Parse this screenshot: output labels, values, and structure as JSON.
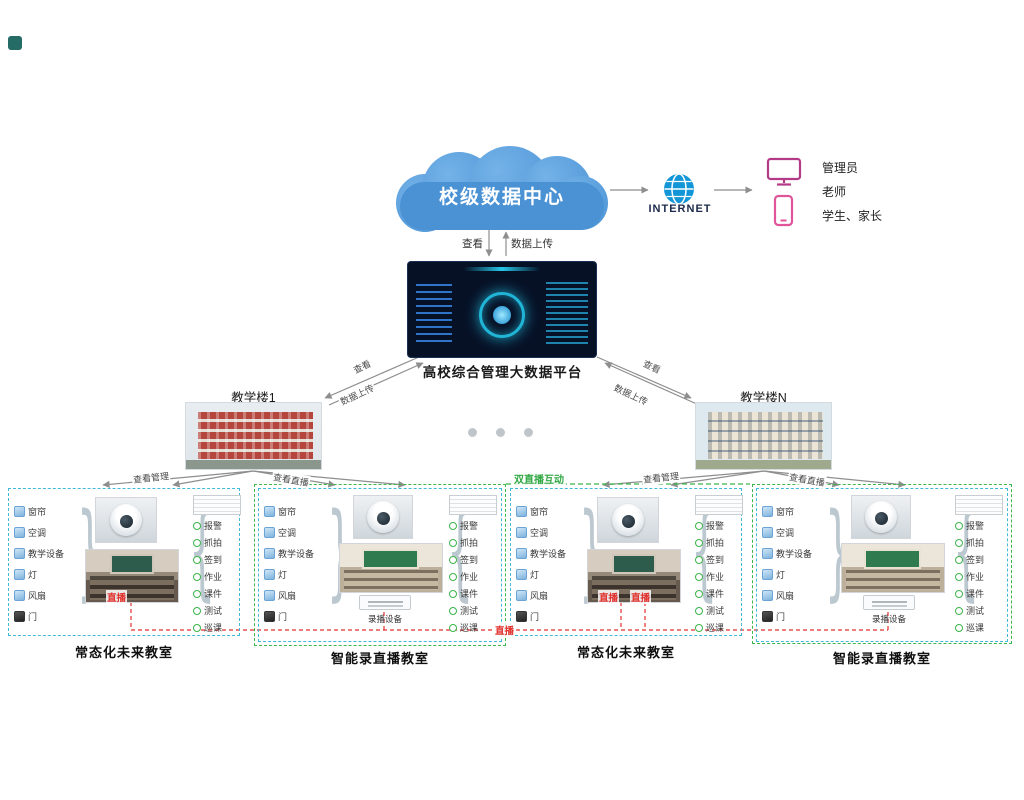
{
  "cloud": {
    "label": "校级数据中心"
  },
  "internet": {
    "label": "INTERNET"
  },
  "users": {
    "items": [
      "管理员",
      "老师",
      "学生、家长"
    ]
  },
  "platform": {
    "title": "高校综合管理大数据平台"
  },
  "links": {
    "view": "查看",
    "upload": "数据上传",
    "view_manage": "查看管理",
    "view_live": "查看直播",
    "dual_live": "双直播互动",
    "live": "直播"
  },
  "buildings": {
    "left": "教学楼1",
    "right": "教学楼N"
  },
  "classroom": {
    "future_label": "常态化未来教室",
    "recording_label": "智能录直播教室",
    "devices": [
      "窗帘",
      "空调",
      "教学设备",
      "灯",
      "风扇",
      "门"
    ],
    "functions": [
      "报警",
      "抓拍",
      "签到",
      "作业",
      "课件",
      "测试",
      "巡课"
    ],
    "recorder_label": "录播设备"
  },
  "colors": {
    "cloud_blue": "#4a92d4",
    "cluster_dash": "#41b9d9",
    "green_dash": "#3cb54a",
    "live_red": "#e2312e"
  }
}
